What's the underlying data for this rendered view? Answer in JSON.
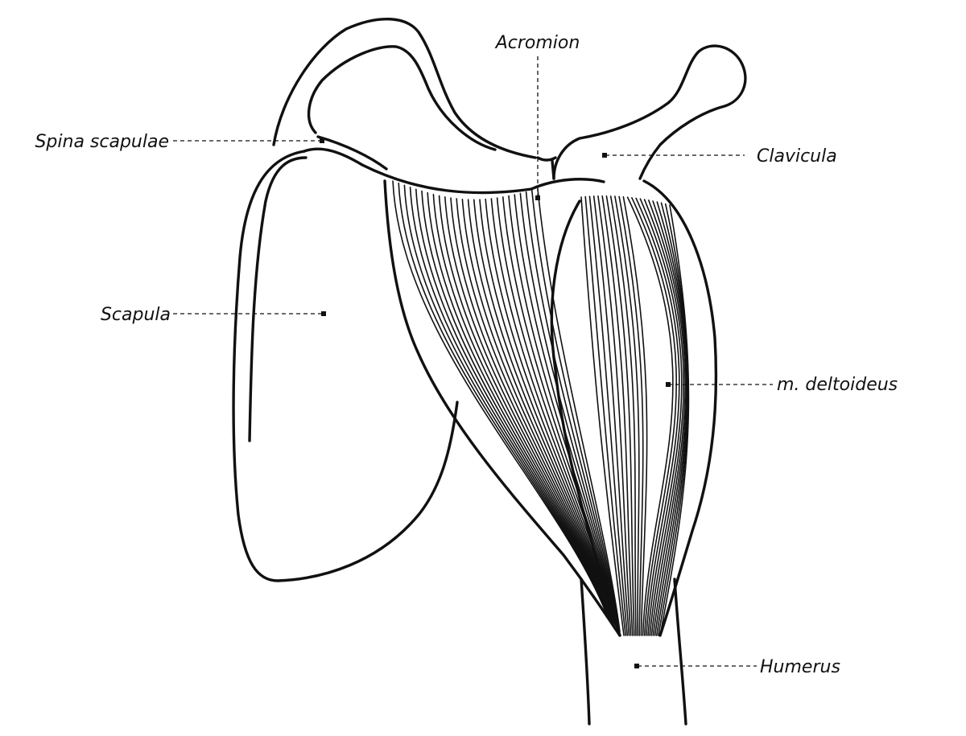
{
  "labels": {
    "acromion": "Acromion",
    "spina_scapulae": "Spina scapulae",
    "clavicula": "Clavicula",
    "scapula": "Scapula",
    "deltoideus": "m. deltoideus",
    "humerus": "Humerus"
  },
  "colors": {
    "ink": "#111111",
    "paper": "#ffffff"
  }
}
